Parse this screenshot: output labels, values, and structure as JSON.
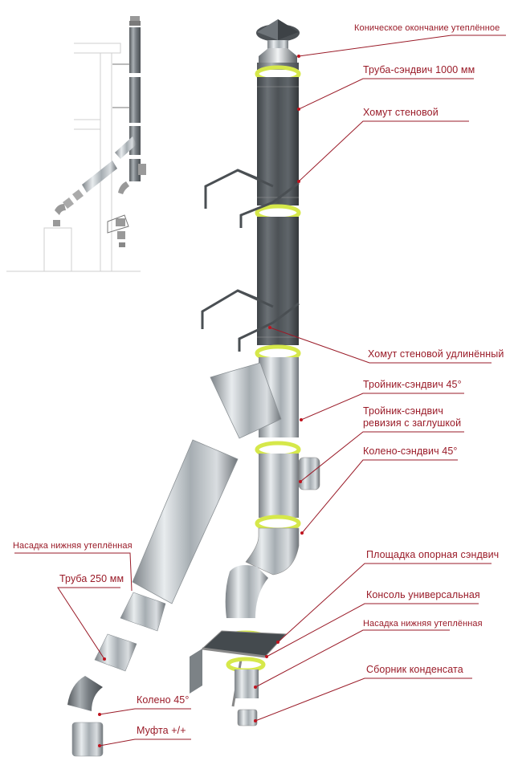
{
  "diagram": {
    "title": "Схема сборки дымохода сэндвич",
    "colors": {
      "label": "#9a1b28",
      "leader": "#9a1b28",
      "insulation": "#d6e84a",
      "steel_dark": "#5c6166",
      "steel_light": "#dfe3e6"
    },
    "labels_right": [
      {
        "id": "conical-cap",
        "text": "Коническое окончание утеплённое"
      },
      {
        "id": "sandwich-pipe-1000",
        "text": "Труба-сэндвич 1000 мм"
      },
      {
        "id": "wall-clamp",
        "text": "Хомут стеновой"
      },
      {
        "id": "wall-clamp-extended",
        "text": "Хомут стеновой удлинённый"
      },
      {
        "id": "tee-sandwich-45",
        "text": "Тройник-сэндвич 45°"
      },
      {
        "id": "tee-sandwich-revision-line1",
        "text": "Тройник-сэндвич"
      },
      {
        "id": "tee-sandwich-revision-line2",
        "text": "ревизия с заглушкой"
      },
      {
        "id": "elbow-sandwich-45",
        "text": "Колено-сэндвич 45°"
      },
      {
        "id": "support-platform",
        "text": "Площадка опорная сэндвич"
      },
      {
        "id": "universal-console",
        "text": "Консоль универсальная"
      },
      {
        "id": "bottom-nozzle-right",
        "text": "Насадка нижняя утеплённая"
      },
      {
        "id": "condensate-collector",
        "text": "Сборник конденсата"
      }
    ],
    "labels_left": [
      {
        "id": "bottom-nozzle-left",
        "text": "Насадка нижняя утеплённая"
      },
      {
        "id": "pipe-250",
        "text": "Труба 250 мм"
      },
      {
        "id": "elbow-45",
        "text": "Колено 45°"
      },
      {
        "id": "coupling",
        "text": "Муфта +/+"
      }
    ]
  }
}
